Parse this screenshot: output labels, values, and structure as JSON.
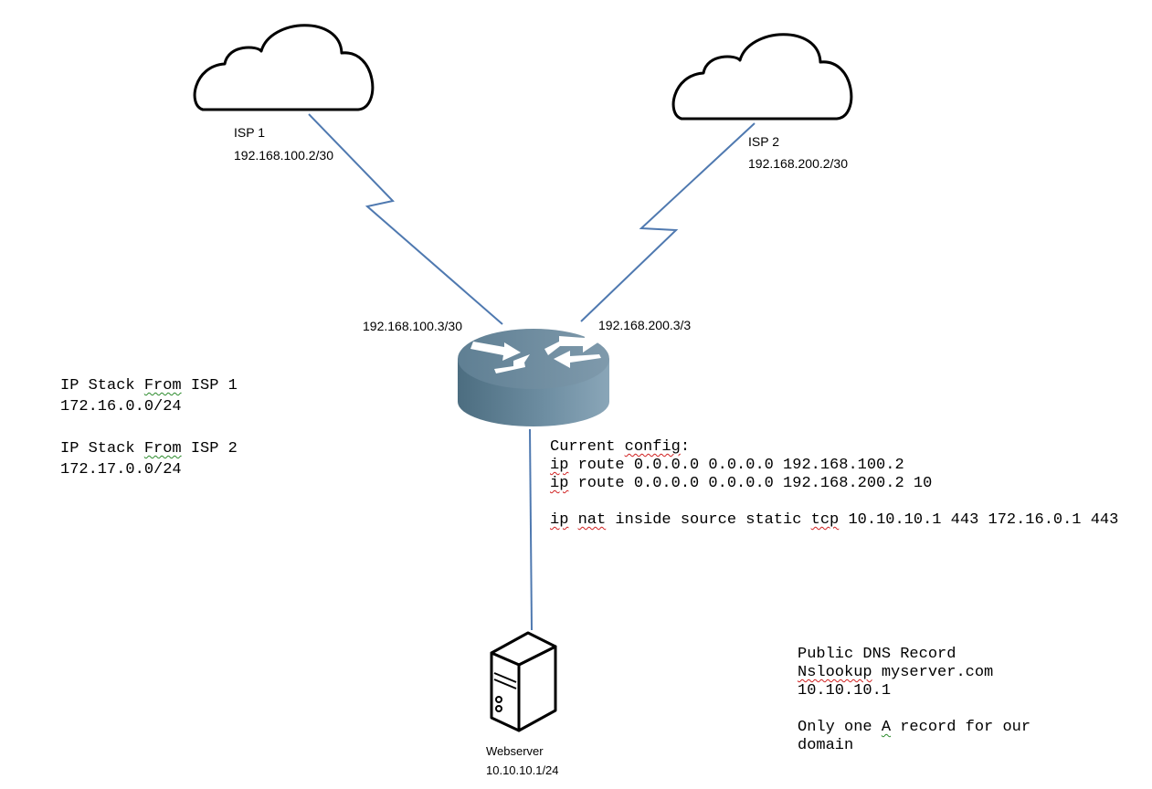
{
  "isp1": {
    "name": "ISP 1",
    "ip": "192.168.100.2/30"
  },
  "isp2": {
    "name": "ISP 2",
    "ip": "192.168.200.2/30"
  },
  "router": {
    "left_ip": "192.168.100.3/30",
    "right_ip": "192.168.200.3/3"
  },
  "ip_stacks": {
    "isp1_title_pre": "IP Stack ",
    "isp1_title_from": "From",
    "isp1_title_post": " ISP 1",
    "isp1_range": "172.16.0.0/24",
    "isp2_title_pre": "IP Stack ",
    "isp2_title_from": "From",
    "isp2_title_post": " ISP 2",
    "isp2_range": "172.17.0.0/24"
  },
  "config": {
    "title_pre": "Current ",
    "title_word": "config",
    "title_post": ":",
    "route1_kw": "ip",
    "route1_rest": " route 0.0.0.0 0.0.0.0 192.168.100.2",
    "route2_kw": "ip",
    "route2_rest": " route 0.0.0.0 0.0.0.0 192.168.200.2 10",
    "nat_kw1": "ip",
    "nat_sp1": " ",
    "nat_kw2": "nat",
    "nat_mid": " inside source static ",
    "nat_kw3": "tcp",
    "nat_rest": " 10.10.10.1 443 172.16.0.1 443"
  },
  "dns": {
    "line1": "Public DNS Record",
    "nslookup_kw": "Nslookup",
    "nslookup_rest": " myserver.com",
    "line3": "10.10.10.1",
    "line5_pre": "Only one ",
    "line5_a": "A",
    "line5_post": " record for our",
    "line6": "domain"
  },
  "server": {
    "name": "Webserver",
    "ip": "10.10.10.1/24"
  },
  "colors": {
    "link": "#4f79b0",
    "router_top": "#6b8799",
    "router_side": "#5d7b8f"
  }
}
